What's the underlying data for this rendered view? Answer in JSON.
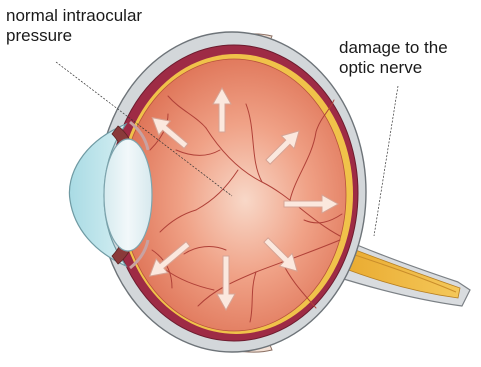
{
  "labels": {
    "pressure": {
      "line1": "normal intraocular",
      "line2": "pressure"
    },
    "nerve": {
      "line1": "damage to the",
      "line2": "optic nerve"
    }
  },
  "colors": {
    "interior": "#e77a5c",
    "interior_light": "#f7d2c0",
    "choroid": "#a8304a",
    "retina_yellow": "#f2c449",
    "sclera": "#cfd3d6",
    "cornea": "#bfe3ea",
    "lens": "#e3f0f3",
    "vessel": "#b8443a",
    "arrow": "#fbe6dc",
    "nerve": "#f0b43a"
  }
}
